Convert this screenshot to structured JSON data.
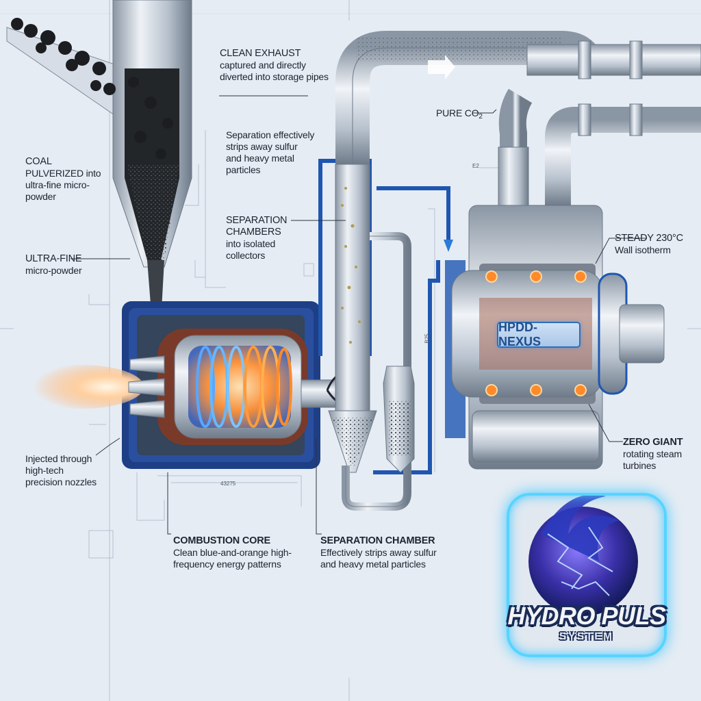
{
  "labels": {
    "clean_exhaust": {
      "title": "CLEAN EXHAUST",
      "desc": "captured and directly diverted into storage pipes"
    },
    "pure_co2": {
      "title": "PURE CO",
      "sub": "2"
    },
    "separation_top": {
      "desc": "Separation effectively strips away sulfur and heavy metal particles"
    },
    "coal": {
      "title": "COAL",
      "desc_upper": "PULVERIZED",
      "desc": "into ultra-fine micro-powder"
    },
    "separation_chambers": {
      "title": "SEPARATION CHAMBERS",
      "desc": "into isolated collectors"
    },
    "ultra_fine": {
      "title": "ULTRA-FINE",
      "desc": "micro-powder"
    },
    "steady": {
      "title": "STEADY 230°C",
      "desc": "Wall isotherm"
    },
    "zero_giant": {
      "title": "ZERO GIANT",
      "desc": "rotating steam turbines"
    },
    "injected": {
      "desc": "Injected through high-tech precision nozzles"
    },
    "combustion_core": {
      "title": "COMBUSTION CORE",
      "desc": "Clean blue-and-orange high-frequency energy patterns"
    },
    "separation_chamber": {
      "title": "SEPARATION CHAMBER",
      "desc": "Effectively strips away sulfur and heavy metal particles"
    }
  },
  "machine": {
    "badge": "HPDD-NEXUS"
  },
  "dimensions": {
    "d1": "E2",
    "d2": "43275",
    "d3": "B25"
  },
  "logo": {
    "word": "HYDRO PULS",
    "sub": "SYSTEM"
  },
  "colors": {
    "accent_blue": "#2c6fb8",
    "glow": "#56d4ff",
    "flame_orange": "#ff8a2a",
    "steel": "#b9c3cf"
  }
}
